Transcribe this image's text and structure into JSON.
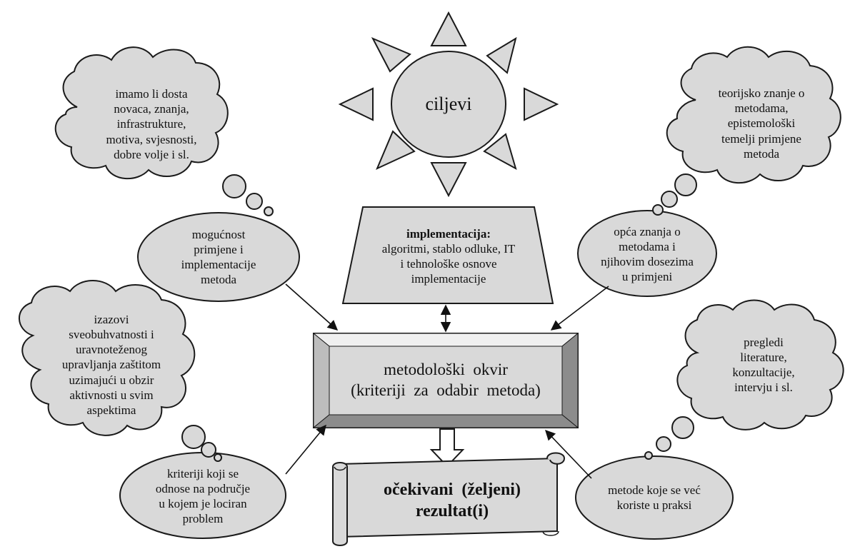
{
  "sun": {
    "label": "ciljevi"
  },
  "implementation": {
    "title": "implementacija:",
    "body": "algoritmi, stablo odluke, IT\ni tehnološke osnove\nimplementacije"
  },
  "framework": {
    "line1": "metodološki  okvir",
    "line2": "(kriteriji  za  odabir  metoda)"
  },
  "result": {
    "label": "očekivani  (željeni)\nrezultat(i)"
  },
  "ellipses": {
    "top_left": "mogućnost\nprimjene i\nimplementacije\nmetoda",
    "top_right": "opća znanja o\nmetodama i\nnjihovim dosezima\nu primjeni",
    "bottom_left": "kriteriji koji se\nodnose na područje\nu kojem je lociran\nproblem",
    "bottom_right": "metode koje se već\nkoriste u praksi"
  },
  "clouds": {
    "top_left": "imamo li dosta\nnovaca, znanja,\ninfrastrukture,\nmotiva, svjesnosti,\ndobre volje i sl.",
    "top_right": "teorijsko znanje o\nmetodama,\nepistemološki\ntemelji primjene\nmetoda",
    "mid_left": "izazovi\nsveobuhvatnosti i\nuravnoteženog\nupravljanja zaštitom\nuzimajući u obzir\naktivnosti u svim\naspektima",
    "mid_right": "pregledi\nliterature,\nkonzultacije,\nintervju i sl."
  },
  "colors": {
    "fill": "#d9d9d9",
    "stroke": "#1a1a1a",
    "frame_dark": "#8c8c8c",
    "frame_light": "#f0f0f0"
  }
}
